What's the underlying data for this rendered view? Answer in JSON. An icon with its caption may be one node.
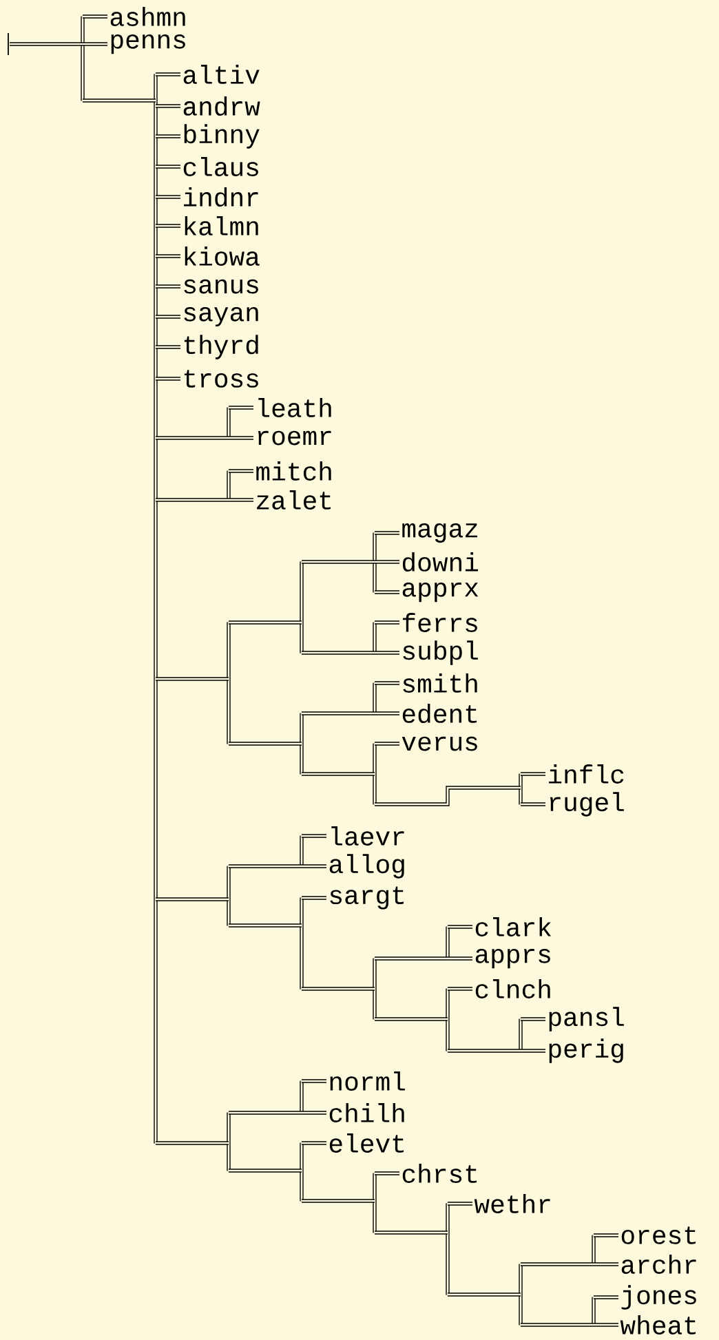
{
  "diagram": {
    "nodes": [
      {
        "text": [],
        "shape": "bar"
      },
      {
        "text": [
          "ashmn"
        ]
      },
      {
        "text": [
          "penns"
        ]
      },
      {
        "text": [],
        "shape": "bar"
      },
      {
        "text": [
          "altiv"
        ]
      },
      {
        "text": [
          "andrw"
        ]
      },
      {
        "text": [
          "binny"
        ]
      },
      {
        "text": [
          "claus"
        ]
      },
      {
        "text": [
          "indnr"
        ]
      },
      {
        "text": [
          "kalmn"
        ]
      },
      {
        "text": [
          "kiowa"
        ]
      },
      {
        "text": [
          "sanus"
        ]
      },
      {
        "text": [
          "sayan"
        ]
      },
      {
        "text": [
          "thyrd"
        ]
      },
      {
        "text": [
          "tross"
        ]
      },
      {
        "text": [],
        "shape": "bar"
      },
      {
        "text": [
          "leath"
        ]
      },
      {
        "text": [
          "roemr"
        ]
      },
      {
        "text": [],
        "shape": "bar"
      },
      {
        "text": [
          "mitch"
        ]
      },
      {
        "text": [
          "zalet"
        ]
      },
      {
        "text": [],
        "shape": "bar"
      },
      {
        "text": [],
        "shape": "bar"
      },
      {
        "text": [],
        "shape": "bar"
      },
      {
        "text": [
          "magaz"
        ]
      },
      {
        "text": [
          "downi"
        ]
      },
      {
        "text": [
          "apprx"
        ]
      },
      {
        "text": [],
        "shape": "bar"
      },
      {
        "text": [
          "ferrs"
        ]
      },
      {
        "text": [
          "subpl"
        ]
      },
      {
        "text": [],
        "shape": "bar"
      },
      {
        "text": [],
        "shape": "bar"
      },
      {
        "text": [
          "smith"
        ]
      },
      {
        "text": [
          "edent"
        ]
      },
      {
        "text": [],
        "shape": "bar"
      },
      {
        "text": [
          "verus"
        ]
      },
      {
        "text": [],
        "shape": "bar"
      },
      {
        "text": [
          "inflc"
        ]
      },
      {
        "text": [
          "rugel"
        ]
      },
      {
        "text": [],
        "shape": "bar"
      },
      {
        "text": [],
        "shape": "bar"
      },
      {
        "text": [
          "laevr"
        ]
      },
      {
        "text": [
          "allog"
        ]
      },
      {
        "text": [],
        "shape": "bar"
      },
      {
        "text": [
          "sargt"
        ]
      },
      {
        "text": [],
        "shape": "bar"
      },
      {
        "text": [],
        "shape": "bar"
      },
      {
        "text": [
          "clark"
        ]
      },
      {
        "text": [
          "apprs"
        ]
      },
      {
        "text": [],
        "shape": "bar"
      },
      {
        "text": [
          "clnch"
        ]
      },
      {
        "text": [],
        "shape": "bar"
      },
      {
        "text": [
          "pansl"
        ]
      },
      {
        "text": [
          "perig"
        ]
      },
      {
        "text": [],
        "shape": "bar"
      },
      {
        "text": [],
        "shape": "bar"
      },
      {
        "text": [
          "norml"
        ]
      },
      {
        "text": [
          "chilh"
        ]
      },
      {
        "text": [],
        "shape": "bar"
      },
      {
        "text": [
          "elevt"
        ]
      },
      {
        "text": [],
        "shape": "bar"
      },
      {
        "text": [
          "chrst"
        ]
      },
      {
        "text": [],
        "shape": "bar"
      },
      {
        "text": [
          "wethr"
        ]
      },
      {
        "text": [],
        "shape": "bar"
      },
      {
        "text": [],
        "shape": "bar"
      },
      {
        "text": [
          "orest"
        ]
      },
      {
        "text": [
          "archr"
        ]
      },
      {
        "text": [],
        "shape": "bar"
      },
      {
        "text": [
          "jones"
        ]
      },
      {
        "text": [
          "wheat"
        ]
      }
    ],
    "edges": [
      {
        "from": null,
        "to": 0,
        "arrow": "none"
      },
      {
        "from": 0,
        "to": 1,
        "arrow": "none"
      },
      {
        "from": 0,
        "to": 2,
        "arrow": "none"
      },
      {
        "from": 0,
        "to": 3,
        "arrow": "none"
      },
      {
        "from": 3,
        "to": 4,
        "arrow": "none"
      },
      {
        "from": 3,
        "to": 5,
        "arrow": "none"
      },
      {
        "from": 3,
        "to": 6,
        "arrow": "none"
      },
      {
        "from": 3,
        "to": 7,
        "arrow": "none"
      },
      {
        "from": 3,
        "to": 8,
        "arrow": "none"
      },
      {
        "from": 3,
        "to": 9,
        "arrow": "none"
      },
      {
        "from": 3,
        "to": 10,
        "arrow": "none"
      },
      {
        "from": 3,
        "to": 11,
        "arrow": "none"
      },
      {
        "from": 3,
        "to": 12,
        "arrow": "none"
      },
      {
        "from": 3,
        "to": 13,
        "arrow": "none"
      },
      {
        "from": 3,
        "to": 14,
        "arrow": "none"
      },
      {
        "from": 3,
        "to": 15,
        "arrow": "none"
      },
      {
        "from": 3,
        "to": 18,
        "arrow": "none"
      },
      {
        "from": 3,
        "to": 21,
        "arrow": "none"
      },
      {
        "from": 3,
        "to": 39,
        "arrow": "none"
      },
      {
        "from": 3,
        "to": 54,
        "arrow": "none"
      },
      {
        "from": 15,
        "to": 16,
        "arrow": "none"
      },
      {
        "from": 15,
        "to": 17,
        "arrow": "none"
      },
      {
        "from": 18,
        "to": 19,
        "arrow": "none"
      },
      {
        "from": 18,
        "to": 20,
        "arrow": "none"
      },
      {
        "from": 21,
        "to": 22,
        "arrow": "none"
      },
      {
        "from": 21,
        "to": 30,
        "arrow": "none"
      },
      {
        "from": 22,
        "to": 23,
        "arrow": "none"
      },
      {
        "from": 22,
        "to": 27,
        "arrow": "none"
      },
      {
        "from": 23,
        "to": 24,
        "arrow": "none"
      },
      {
        "from": 23,
        "to": 25,
        "arrow": "none"
      },
      {
        "from": 23,
        "to": 26,
        "arrow": "none"
      },
      {
        "from": 27,
        "to": 28,
        "arrow": "none"
      },
      {
        "from": 27,
        "to": 29,
        "arrow": "none"
      },
      {
        "from": 30,
        "to": 31,
        "arrow": "none"
      },
      {
        "from": 30,
        "to": 34,
        "arrow": "none"
      },
      {
        "from": 31,
        "to": 32,
        "arrow": "none"
      },
      {
        "from": 31,
        "to": 33,
        "arrow": "none"
      },
      {
        "from": 34,
        "to": 35,
        "arrow": "none"
      },
      {
        "from": 34,
        "to": 36,
        "arrow": "none"
      },
      {
        "from": 36,
        "to": 37,
        "arrow": "none"
      },
      {
        "from": 36,
        "to": 38,
        "arrow": "none"
      },
      {
        "from": 39,
        "to": 40,
        "arrow": "none"
      },
      {
        "from": 39,
        "to": 43,
        "arrow": "none"
      },
      {
        "from": 40,
        "to": 41,
        "arrow": "none"
      },
      {
        "from": 40,
        "to": 42,
        "arrow": "none"
      },
      {
        "from": 43,
        "to": 44,
        "arrow": "none"
      },
      {
        "from": 43,
        "to": 45,
        "arrow": "none"
      },
      {
        "from": 45,
        "to": 46,
        "arrow": "none"
      },
      {
        "from": 45,
        "to": 49,
        "arrow": "none"
      },
      {
        "from": 46,
        "to": 47,
        "arrow": "none"
      },
      {
        "from": 46,
        "to": 48,
        "arrow": "none"
      },
      {
        "from": 49,
        "to": 50,
        "arrow": "none"
      },
      {
        "from": 49,
        "to": 51,
        "arrow": "none"
      },
      {
        "from": 51,
        "to": 52,
        "arrow": "none"
      },
      {
        "from": 51,
        "to": 53,
        "arrow": "none"
      },
      {
        "from": 54,
        "to": 55,
        "arrow": "none"
      },
      {
        "from": 54,
        "to": 58,
        "arrow": "none"
      },
      {
        "from": 55,
        "to": 56,
        "arrow": "none"
      },
      {
        "from": 55,
        "to": 57,
        "arrow": "none"
      },
      {
        "from": 58,
        "to": 59,
        "arrow": "none"
      },
      {
        "from": 58,
        "to": 60,
        "arrow": "none"
      },
      {
        "from": 60,
        "to": 61,
        "arrow": "none"
      },
      {
        "from": 60,
        "to": 62,
        "arrow": "none"
      },
      {
        "from": 62,
        "to": 63,
        "arrow": "none"
      },
      {
        "from": 62,
        "to": 64,
        "arrow": "none"
      },
      {
        "from": 64,
        "to": 65,
        "arrow": "none"
      },
      {
        "from": 64,
        "to": 68,
        "arrow": "none"
      },
      {
        "from": 65,
        "to": 66,
        "arrow": "none"
      },
      {
        "from": 65,
        "to": 67,
        "arrow": "none"
      },
      {
        "from": 68,
        "to": 69,
        "arrow": "none"
      },
      {
        "from": 68,
        "to": 70,
        "arrow": "none"
      }
    ]
  }
}
